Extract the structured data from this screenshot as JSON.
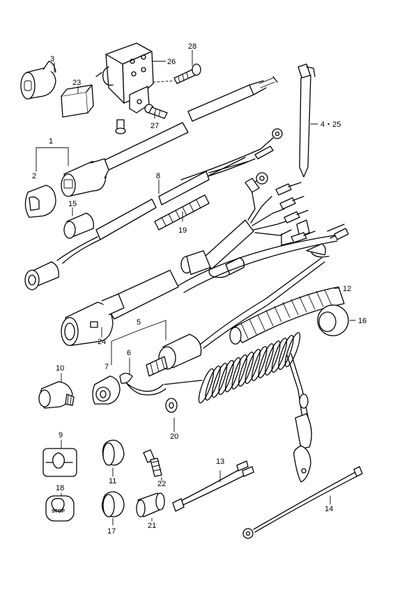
{
  "callouts": {
    "c1": "1",
    "c2": "2",
    "c3": "3",
    "c4_25": "4・25",
    "c5": "5",
    "c6": "6",
    "c7": "7",
    "c8": "8",
    "c9": "9",
    "c10": "10",
    "c11": "11",
    "c12": "12",
    "c13": "13",
    "c14": "14",
    "c15": "15",
    "c16": "16",
    "c17": "17",
    "c18": "18",
    "c19": "19",
    "c20": "20",
    "c21": "21",
    "c22": "22",
    "c23": "23",
    "c24": "24",
    "c26": "26",
    "c27": "27",
    "c28": "28"
  },
  "stop_label": "STOP"
}
